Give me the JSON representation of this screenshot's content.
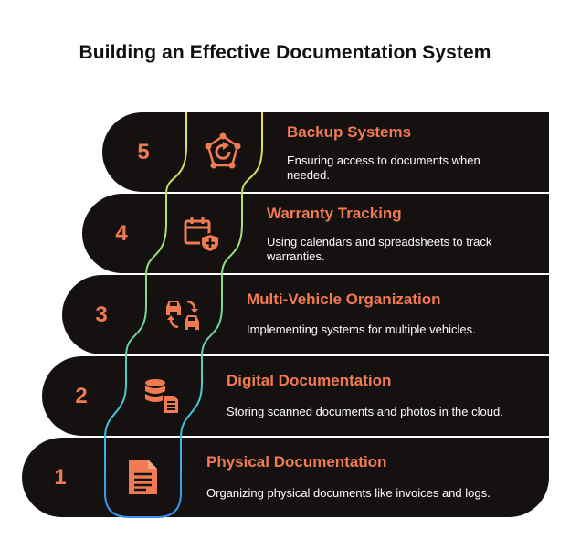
{
  "title": "Building an Effective Documentation System",
  "colors": {
    "band": "#151110",
    "accent": "#f07a52",
    "text": "#ffffff"
  },
  "steps": [
    {
      "number": "5",
      "title": "Backup Systems",
      "description": "Ensuring access to documents when needed.",
      "icon": "gear-refresh-icon"
    },
    {
      "number": "4",
      "title": "Warranty Tracking",
      "description": "Using calendars and spreadsheets to track warranties.",
      "icon": "calendar-shield-icon"
    },
    {
      "number": "3",
      "title": "Multi-Vehicle Organization",
      "description": "Implementing systems for multiple vehicles.",
      "icon": "vehicles-swap-icon"
    },
    {
      "number": "2",
      "title": "Digital Documentation",
      "description": "Storing scanned documents and photos in the cloud.",
      "icon": "database-document-icon"
    },
    {
      "number": "1",
      "title": "Physical Documentation",
      "description": "Organizing physical documents like invoices and logs.",
      "icon": "document-icon"
    }
  ]
}
